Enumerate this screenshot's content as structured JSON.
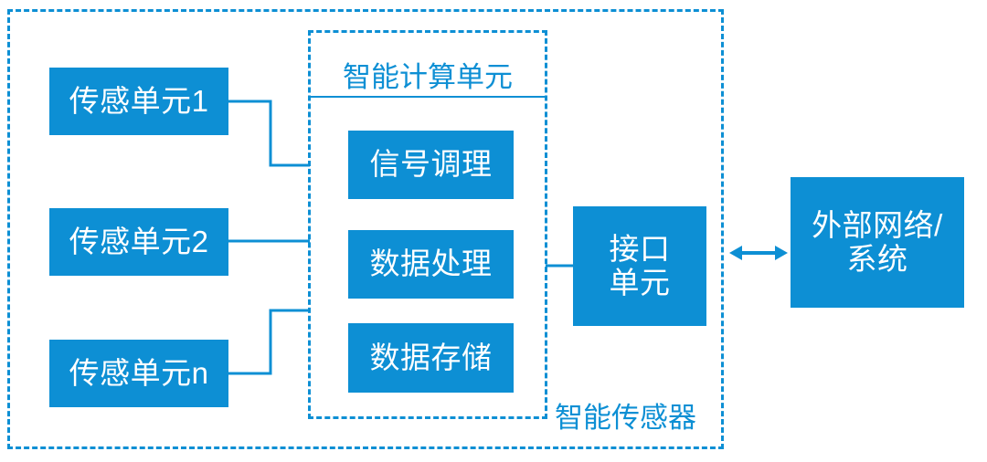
{
  "diagram": {
    "title_outer": "智能传感器",
    "title_inner": "智能计算单元",
    "accent_color": "#0d8fd4",
    "box_text_color": "#ffffff",
    "background_color": "#ffffff"
  },
  "sensor_units": [
    {
      "label": "传感单元1"
    },
    {
      "label": "传感单元2"
    },
    {
      "label": "传感单元n"
    }
  ],
  "compute_blocks": [
    {
      "label": "信号调理"
    },
    {
      "label": "数据处理"
    },
    {
      "label": "数据存储"
    }
  ],
  "interface_unit": {
    "label": "接口\n单元",
    "line1": "接口",
    "line2": "单元"
  },
  "external_system": {
    "label": "外部网络/\n系统",
    "line1": "外部网络/",
    "line2": "系统"
  },
  "connectors": {
    "bidirectional_arrow": "↔"
  }
}
